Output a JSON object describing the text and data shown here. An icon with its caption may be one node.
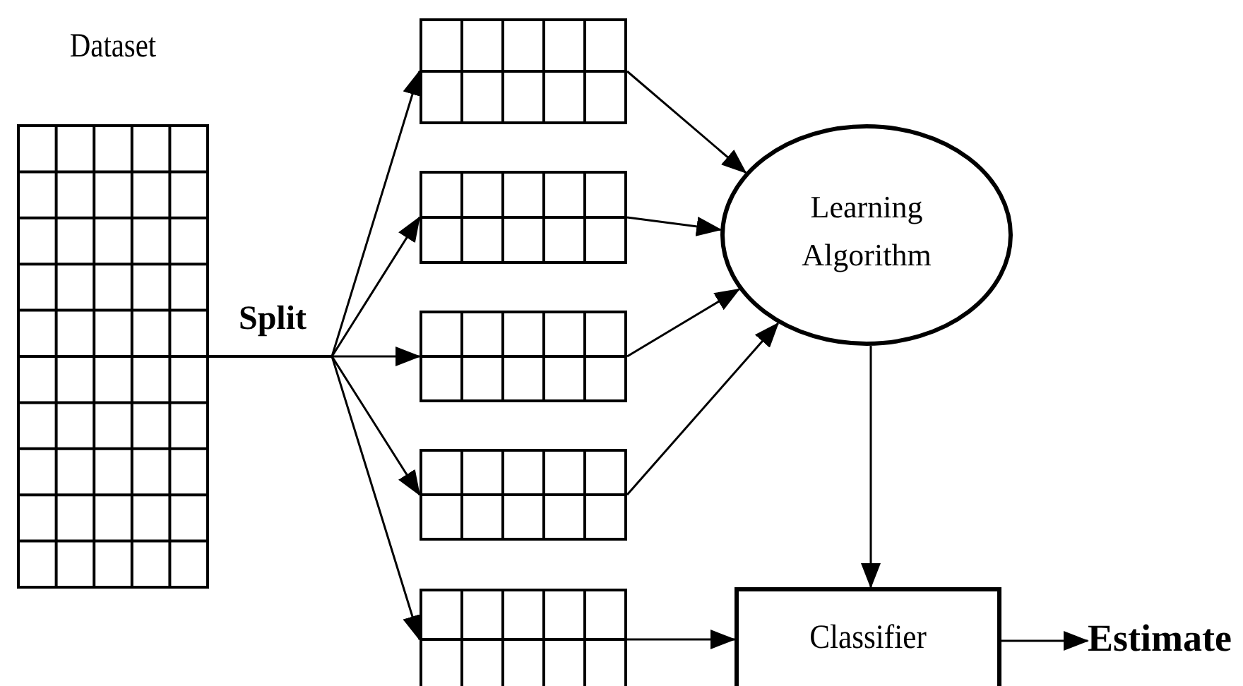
{
  "diagram": {
    "nodes": [
      {
        "text": [
          "Dataset"
        ]
      },
      {
        "text": [],
        "shape": "box"
      },
      {
        "text": [],
        "shape": "box"
      },
      {
        "text": [],
        "shape": "box"
      },
      {
        "text": [],
        "shape": "box"
      },
      {
        "text": [],
        "shape": "box"
      },
      {
        "text": [
          "Learning Algorithm"
        ]
      },
      {
        "text": [
          "Classifier"
        ]
      },
      {
        "text": [
          "Estimate"
        ]
      }
    ],
    "edges": [
      {
        "from": 0,
        "to": 1,
        "arrow": "to"
      },
      {
        "from": 0,
        "to": 2,
        "arrow": "to"
      },
      {
        "from": 0,
        "to": 3,
        "arrow": "to",
        "label": "Split"
      },
      {
        "from": 0,
        "to": 4,
        "arrow": "to"
      },
      {
        "from": 0,
        "to": 5,
        "arrow": "to"
      },
      {
        "from": 1,
        "to": 6,
        "arrow": "to"
      },
      {
        "from": 2,
        "to": 6,
        "arrow": "to"
      },
      {
        "from": 3,
        "to": 6,
        "arrow": "to"
      },
      {
        "from": 4,
        "to": 6,
        "arrow": "to"
      },
      {
        "from": 5,
        "to": 7,
        "arrow": "to"
      },
      {
        "from": 6,
        "to": 7,
        "arrow": "to"
      },
      {
        "from": 7,
        "to": 8,
        "arrow": "to"
      }
    ]
  }
}
